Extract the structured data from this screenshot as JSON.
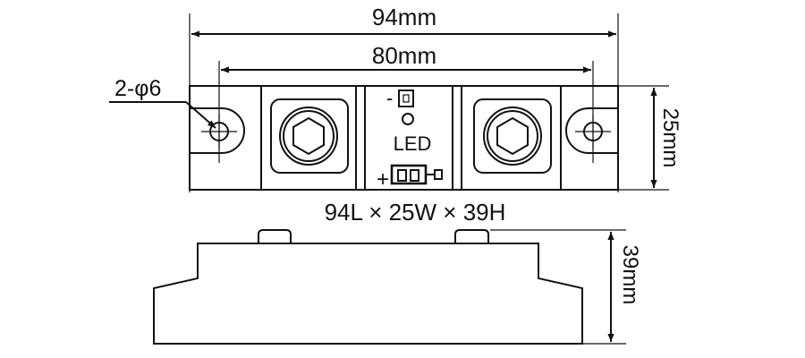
{
  "dimensions": {
    "overall_length": "94mm",
    "mounting_hole_spacing": "80mm",
    "mounting_hole_callout": "2-φ6",
    "width": "25mm",
    "height": "39mm",
    "size_summary": "94L × 25W × 39H"
  },
  "control_panel": {
    "minus_sign": "-",
    "plus_sign": "+",
    "led_label": "LED"
  },
  "colors": {
    "stroke": "#111111",
    "background": "#ffffff"
  }
}
